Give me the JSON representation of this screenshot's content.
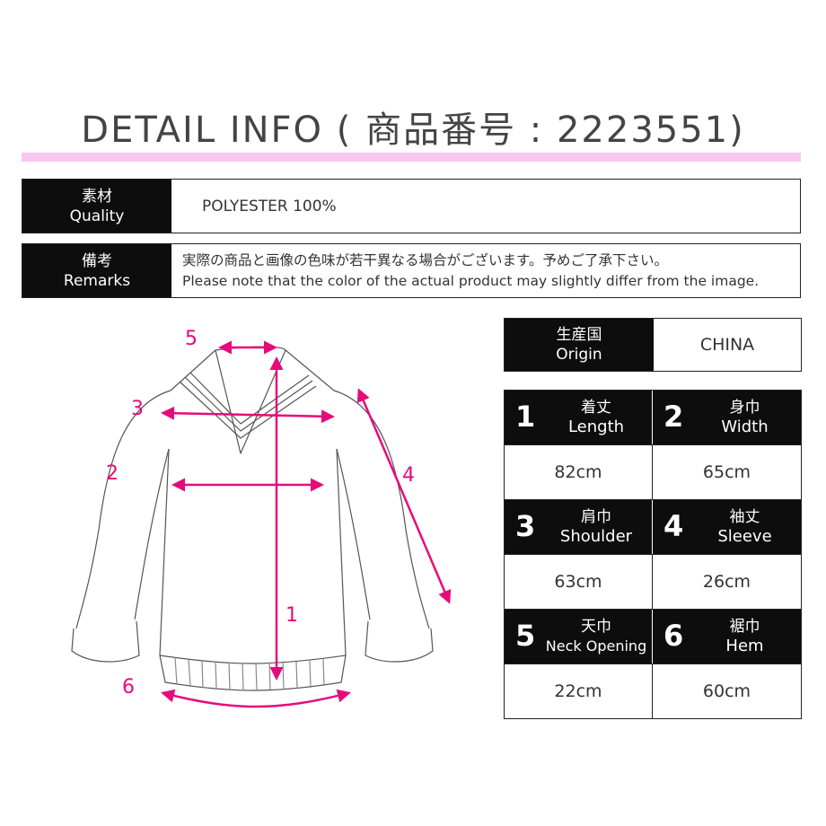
{
  "title": "DETAIL INFO ( 商品番号 : 2223551)",
  "quality": {
    "label_jp": "素材",
    "label_en": "Quality",
    "value": "POLYESTER 100%"
  },
  "remarks": {
    "label_jp": "備考",
    "label_en": "Remarks",
    "line1": "実際の商品と画像の色味が若干異なる場合がございます。予めご了承下さい。",
    "line2": "Please note that the color of the actual product may slightly differ from the image."
  },
  "origin": {
    "label_jp": "生産国",
    "label_en": "Origin",
    "value": "CHINA"
  },
  "measurements": [
    {
      "num": "1",
      "jp": "着丈",
      "en": "Length",
      "value": "82cm"
    },
    {
      "num": "2",
      "jp": "身巾",
      "en": "Width",
      "value": "65cm"
    },
    {
      "num": "3",
      "jp": "肩巾",
      "en": "Shoulder",
      "value": "63cm"
    },
    {
      "num": "4",
      "jp": "袖丈",
      "en": "Sleeve",
      "value": "26cm"
    },
    {
      "num": "5",
      "jp": "天巾",
      "en": "Neck Opening",
      "value": "22cm"
    },
    {
      "num": "6",
      "jp": "裾巾",
      "en": "Hem",
      "value": "60cm"
    }
  ],
  "diagram_labels": [
    "5",
    "3",
    "2",
    "4",
    "1",
    "6"
  ],
  "colors": {
    "accent_pink": "#e60b7a",
    "bar_pink": "#f9c6f1",
    "header_black": "#0d0d0d"
  }
}
